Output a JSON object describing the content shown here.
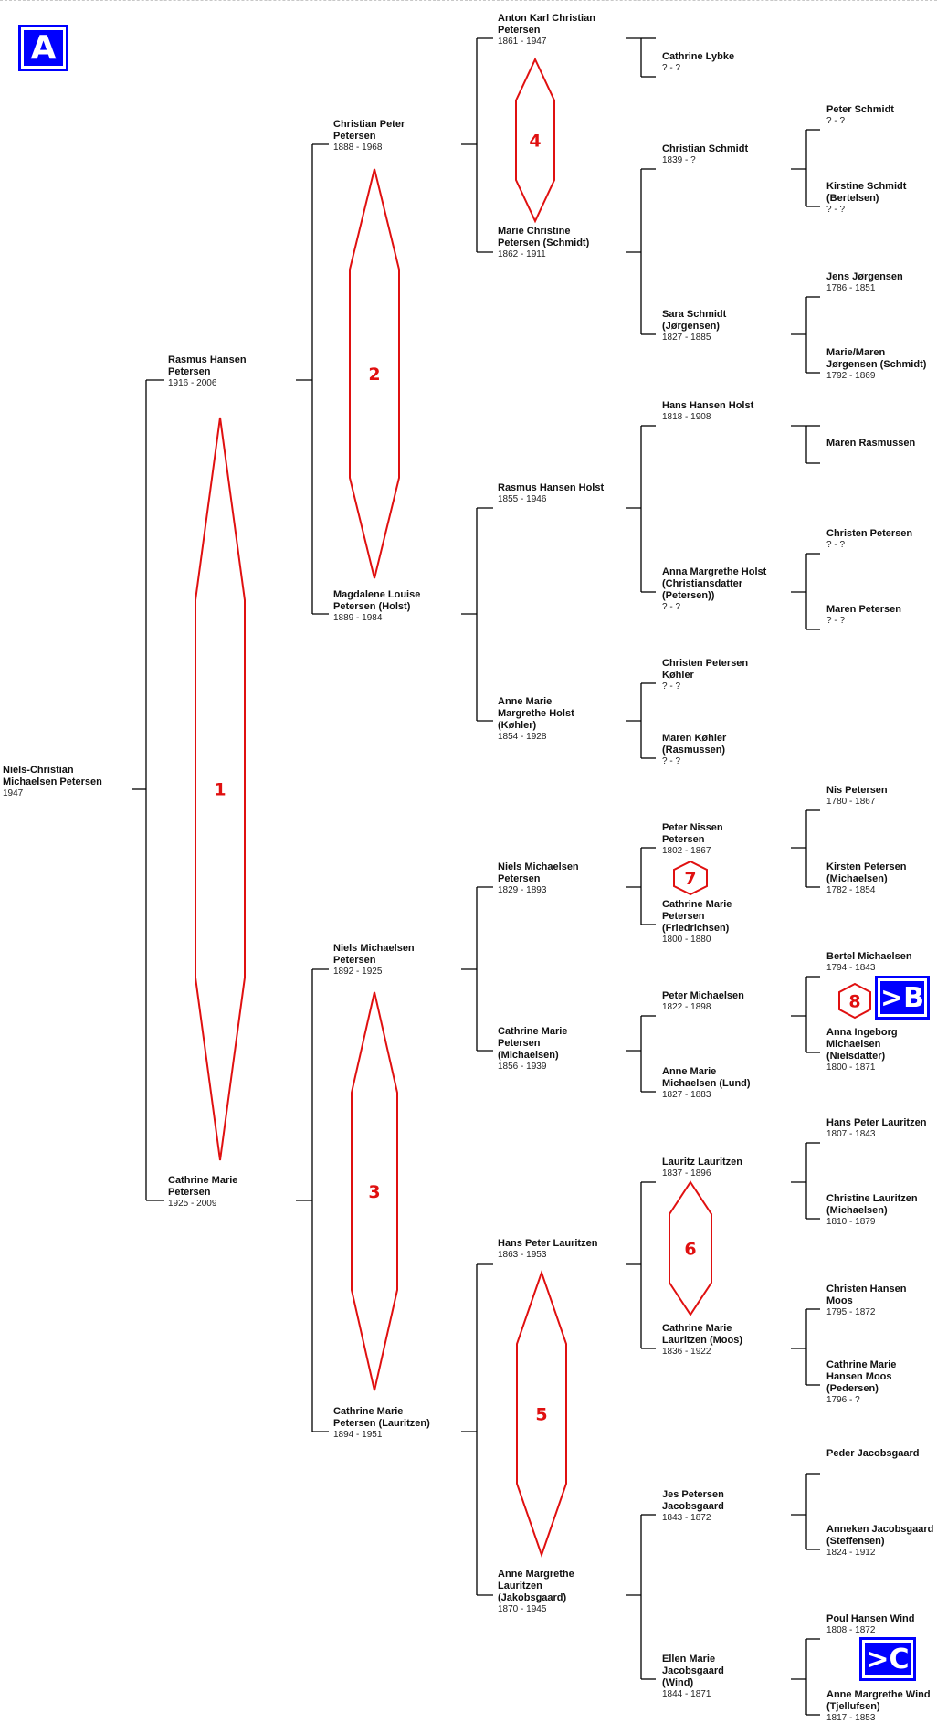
{
  "page_label": "A",
  "nav_links": [
    ">B",
    ">C"
  ],
  "markers": [
    "1",
    "2",
    "3",
    "4",
    "5",
    "6",
    "7",
    "8"
  ],
  "colors": {
    "marker": "#e01010",
    "nav": "#0000ff",
    "line": "#000000"
  },
  "persons": {
    "p1": {
      "name": "Niels-Christian Michaelsen Petersen",
      "years": "1947"
    },
    "p2": {
      "name": "Rasmus Hansen Petersen",
      "years": "1916 - 2006"
    },
    "p3": {
      "name": "Cathrine Marie Petersen",
      "years": "1925 - 2009"
    },
    "p4": {
      "name": "Christian Peter Petersen",
      "years": "1888 - 1968"
    },
    "p5": {
      "name": "Magdalene Louise Petersen (Holst)",
      "years": "1889 - 1984"
    },
    "p6": {
      "name": "Niels Michaelsen Petersen",
      "years": "1892 - 1925"
    },
    "p7": {
      "name": "Cathrine Marie Petersen (Lauritzen)",
      "years": "1894 - 1951"
    },
    "p8": {
      "name": "Anton Karl Christian Petersen",
      "years": "1861 - 1947"
    },
    "p9": {
      "name": "Marie Christine Petersen (Schmidt)",
      "years": "1862 - 1911"
    },
    "p10": {
      "name": "Rasmus Hansen Holst",
      "years": "1855 - 1946"
    },
    "p11": {
      "name": "Anne Marie Margrethe Holst (Køhler)",
      "years": "1854 - 1928"
    },
    "p12": {
      "name": "Niels Michaelsen Petersen",
      "years": "1829 - 1893"
    },
    "p13": {
      "name": "Cathrine Marie Petersen (Michaelsen)",
      "years": "1856 - 1939"
    },
    "p14": {
      "name": "Hans Peter Lauritzen",
      "years": "1863 - 1953"
    },
    "p15": {
      "name": "Anne Margrethe Lauritzen (Jakobsgaard)",
      "years": "1870 - 1945"
    },
    "p16": {
      "name": "Cathrine Lybke",
      "years": "? - ?"
    },
    "p18": {
      "name": "Christian Schmidt",
      "years": "1839 - ?"
    },
    "p19": {
      "name": "Sara Schmidt (Jørgensen)",
      "years": "1827 - 1885"
    },
    "p20": {
      "name": "Hans Hansen Holst",
      "years": "1818 - 1908"
    },
    "p21": {
      "name": "Anna Margrethe Holst (Christiansdatter (Petersen))",
      "years": "? - ?"
    },
    "p22": {
      "name": "Christen Petersen Køhler",
      "years": "? - ?"
    },
    "p23": {
      "name": "Maren Køhler (Rasmussen)",
      "years": "? - ?"
    },
    "p24": {
      "name": "Peter Nissen Petersen",
      "years": "1802 - 1867"
    },
    "p25": {
      "name": "Cathrine Marie Petersen (Friedrichsen)",
      "years": "1800 - 1880"
    },
    "p26": {
      "name": "Peter Michaelsen",
      "years": "1822 - 1898"
    },
    "p27": {
      "name": "Anne Marie Michaelsen (Lund)",
      "years": "1827 - 1883"
    },
    "p28": {
      "name": "Lauritz Lauritzen",
      "years": "1837 - 1896"
    },
    "p29": {
      "name": "Cathrine Marie Lauritzen (Moos)",
      "years": "1836 - 1922"
    },
    "p30": {
      "name": "Jes Petersen Jacobsgaard",
      "years": "1843 - 1872"
    },
    "p31": {
      "name": "Ellen Marie Jacobsgaard (Wind)",
      "years": "1844 - 1871"
    },
    "p36": {
      "name": "Peter Schmidt",
      "years": "? - ?"
    },
    "p37": {
      "name": "Kirstine Schmidt (Bertelsen)",
      "years": "? - ?"
    },
    "p38": {
      "name": "Jens Jørgensen",
      "years": "1786 - 1851"
    },
    "p39": {
      "name": "Marie/Maren Jørgensen (Schmidt)",
      "years": "1792 - 1869"
    },
    "p41": {
      "name": "Maren Rasmussen",
      "years": ""
    },
    "p42": {
      "name": "Christen Petersen",
      "years": "? - ?"
    },
    "p43": {
      "name": "Maren Petersen",
      "years": "? - ?"
    },
    "p48": {
      "name": "Nis Petersen",
      "years": "1780 - 1867"
    },
    "p49": {
      "name": "Kirsten Petersen (Michaelsen)",
      "years": "1782 - 1854"
    },
    "p52": {
      "name": "Bertel Michaelsen",
      "years": "1794 - 1843"
    },
    "p53": {
      "name": "Anna Ingeborg Michaelsen (Nielsdatter)",
      "years": "1800 - 1871"
    },
    "p56": {
      "name": "Hans Peter Lauritzen",
      "years": "1807 - 1843"
    },
    "p57": {
      "name": "Christine Lauritzen (Michaelsen)",
      "years": "1810 - 1879"
    },
    "p58": {
      "name": "Christen Hansen Moos",
      "years": "1795 - 1872"
    },
    "p59": {
      "name": "Cathrine Marie Hansen Moos (Pedersen)",
      "years": "1796 - ?"
    },
    "p60": {
      "name": "Peder Jacobsgaard",
      "years": ""
    },
    "p61": {
      "name": "Anneken Jacobsgaard (Steffensen)",
      "years": "1824 - 1912"
    },
    "p62": {
      "name": "Poul Hansen Wind",
      "years": "1808 - 1872"
    },
    "p63": {
      "name": "Anne Margrethe Wind (Tjellufsen)",
      "years": "1817 - 1853"
    }
  }
}
